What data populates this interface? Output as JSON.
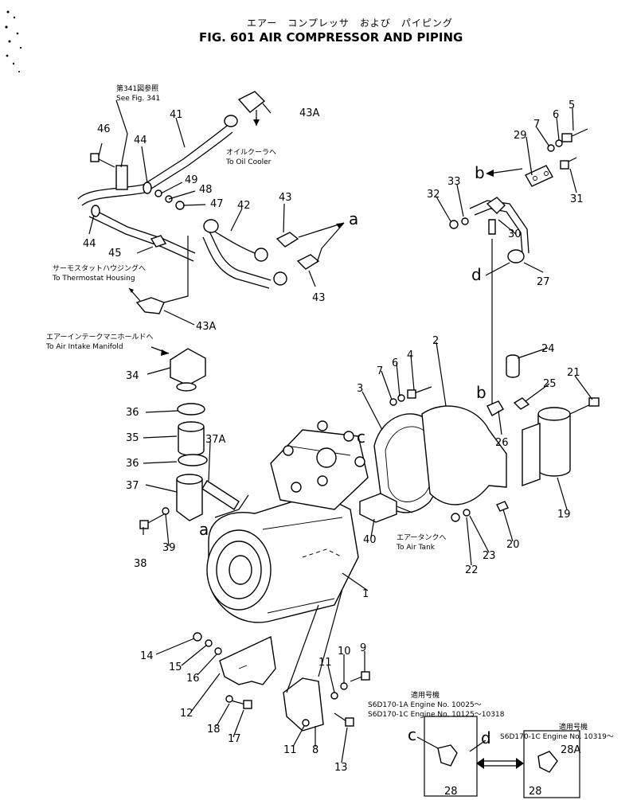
{
  "header": {
    "title_jp": "エアー　コンプレッサ　および　パイピング",
    "title_en": "FIG. 601  AIR COMPRESSOR AND PIPING"
  },
  "notes": {
    "see_fig_jp": "第341図参照",
    "see_fig_en": "See Fig. 341",
    "oil_cooler_jp": "オイルクーラへ",
    "oil_cooler_en": "To Oil Cooler",
    "thermostat_jp": "サーモスタットハウジングへ",
    "thermostat_en": "To Thermostat Housing",
    "intake_jp": "エアーインテークマニホールドへ",
    "intake_en": "To Air Intake Manifold",
    "air_tank_jp": "エアータンクへ",
    "air_tank_en": "To Air Tank",
    "serial_jp": "適用号機",
    "serial_1": "S6D170-1A  Engine No. 10025～",
    "serial_2": "S6D170-1C  Engine No. 10125～10318",
    "serial_jp2": "適用号機",
    "serial_3": "S6D170-1C  Engine No. 10319～"
  },
  "callouts": [
    "1",
    "2",
    "3",
    "4",
    "5",
    "6",
    "6",
    "7",
    "7",
    "8",
    "9",
    "10",
    "11",
    "11",
    "12",
    "13",
    "14",
    "15",
    "16",
    "17",
    "18",
    "19",
    "20",
    "21",
    "22",
    "23",
    "24",
    "25",
    "26",
    "27",
    "28",
    "28",
    "28A",
    "29",
    "30",
    "31",
    "32",
    "33",
    "34",
    "35",
    "36",
    "36",
    "37",
    "37A",
    "38",
    "39",
    "40",
    "41",
    "42",
    "43",
    "43",
    "43A",
    "43A",
    "44",
    "44",
    "45",
    "46",
    "47",
    "48",
    "49"
  ],
  "connector_letters": [
    "a",
    "a",
    "b",
    "b",
    "c",
    "c",
    "d",
    "d"
  ]
}
